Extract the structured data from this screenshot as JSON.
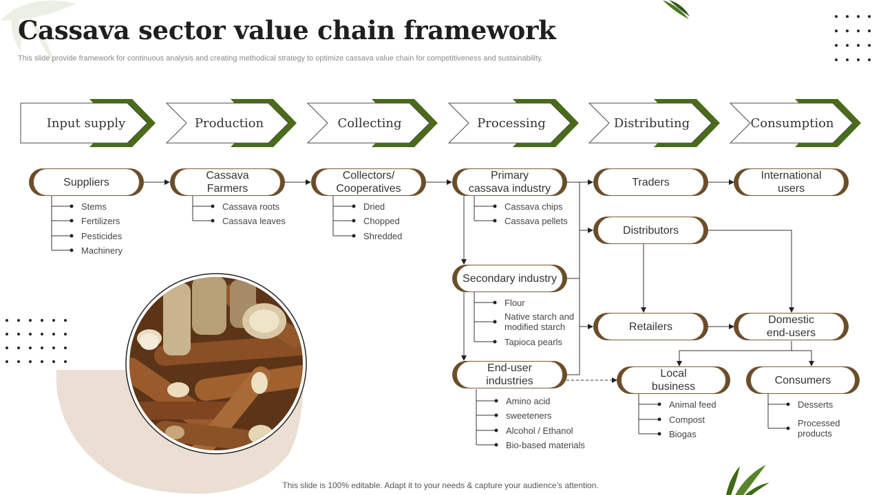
{
  "header": {
    "title": "Cassava sector value chain framework",
    "subtitle": "This slide provide framework for continuous analysis and creating methodical strategy to optimize cassava value chain for competitiveness and sustainability."
  },
  "stages": [
    {
      "label": "Input supply"
    },
    {
      "label": "Production"
    },
    {
      "label": "Collecting"
    },
    {
      "label": "Processing"
    },
    {
      "label": "Distributing"
    },
    {
      "label": "Consumption"
    }
  ],
  "nodes": {
    "suppliers": {
      "label": "Suppliers",
      "items": [
        "Stems",
        "Fertilizers",
        "Pesticides",
        "Machinery"
      ]
    },
    "farmers": {
      "label": "Cassava\nFarmers",
      "items": [
        "Cassava roots",
        "Cassava leaves"
      ]
    },
    "collectors": {
      "label": "Collectors/\nCooperatives",
      "items": [
        "Dried",
        "Chopped",
        "Shredded"
      ]
    },
    "primary": {
      "label": "Primary\ncassava industry",
      "items": [
        "Cassava chips",
        "Cassava pellets"
      ]
    },
    "secondary": {
      "label": "Secondary industry",
      "items": [
        "Flour",
        "Native starch and\nmodified starch",
        "Tapioca pearls"
      ]
    },
    "enduser": {
      "label": "End-user\nindustries",
      "items": [
        "Amino acid",
        "sweeteners",
        "Alcohol / Ethanol",
        "Bio-based materials"
      ]
    },
    "traders": {
      "label": "Traders"
    },
    "international": {
      "label": "International\nusers"
    },
    "distributors": {
      "label": "Distributors"
    },
    "retailers": {
      "label": "Retailers"
    },
    "domestic": {
      "label": "Domestic\nend-users"
    },
    "local": {
      "label": "Local\nbusiness",
      "items": [
        "Animal feed",
        "Compost",
        "Biogas"
      ]
    },
    "consumers": {
      "label": "Consumers",
      "items": [
        "Desserts",
        "Processed\nproducts"
      ]
    }
  },
  "footer": {
    "text": "This slide is 100% editable. Adapt it to your needs & capture your audience’s attention."
  },
  "colors": {
    "accent_green": "#4a6b1a",
    "node_brown": "#6b4d2a",
    "blob_beige": "#eadfd2"
  },
  "image": {
    "description_icon": "cassava-roots-photo"
  }
}
